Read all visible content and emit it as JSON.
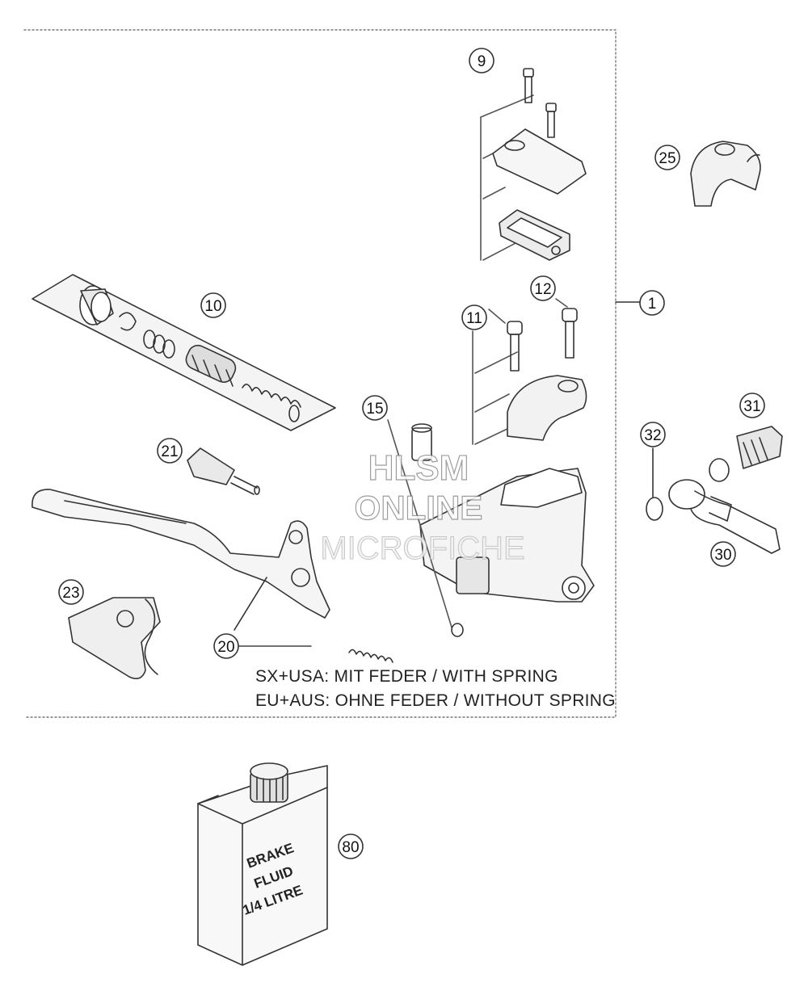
{
  "callouts": {
    "c1": "1",
    "c9": "9",
    "c10": "10",
    "c11": "11",
    "c12": "12",
    "c15": "15",
    "c20": "20",
    "c21": "21",
    "c23": "23",
    "c25": "25",
    "c30": "30",
    "c31": "31",
    "c32": "32",
    "c80": "80"
  },
  "notes": {
    "line1": "SX+USA:  MIT FEDER / WITH SPRING",
    "line2": "EU+AUS:  OHNE FEDER / WITHOUT SPRING"
  },
  "bottle": {
    "line1": "BRAKE",
    "line2": "FLUID",
    "line3": "1/4 LITRE"
  },
  "watermark": {
    "line1": "HLSM",
    "line2": "ONLINE",
    "line3": "MICROFICHE"
  }
}
